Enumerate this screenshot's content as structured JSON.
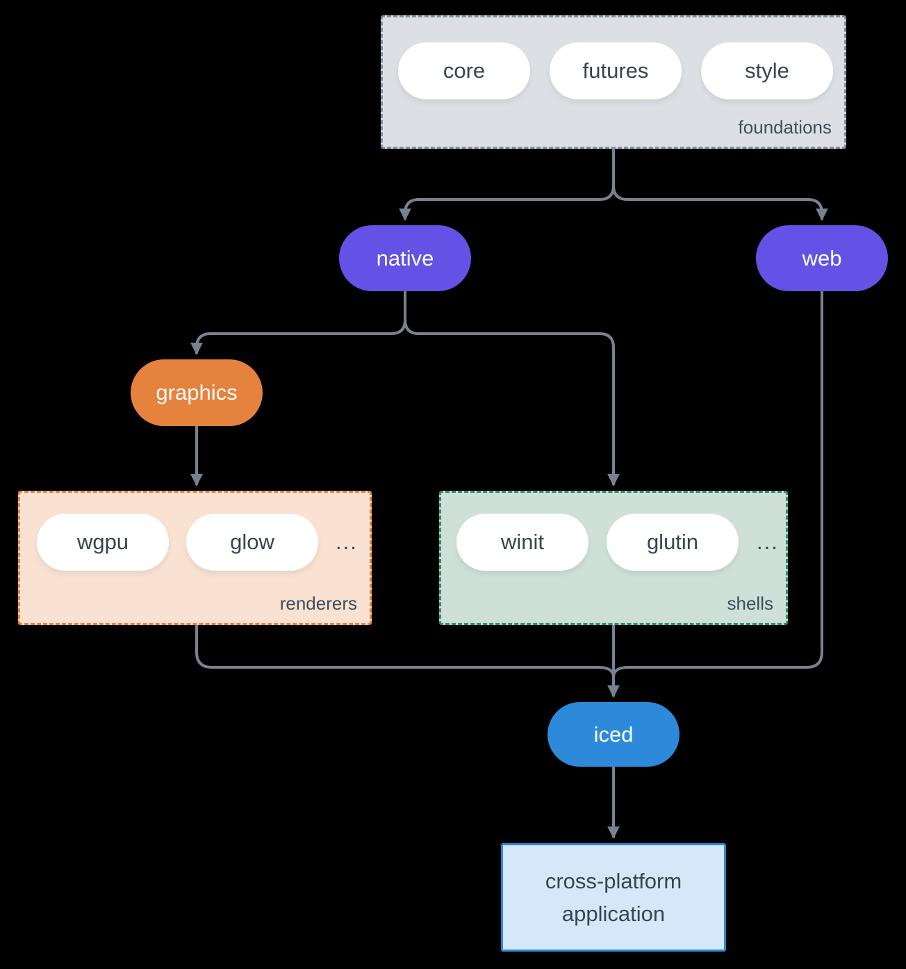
{
  "colors": {
    "bg": "#000000",
    "arrow": "#76828F",
    "slate-border": "#8090A0",
    "foundations-bg": "#DCE0E5",
    "pill-white": "#FFFFFF",
    "pill-text": "#36454F",
    "label-text": "#3E4D59",
    "purple": "#6352E5",
    "orange": "#E5823D",
    "renderers-bg": "#F9E2D2",
    "teal-border": "#2E8A73",
    "shells-bg": "#CFE0D9",
    "blue": "#2D89DA",
    "app-bg": "#D5E8F9",
    "app-border": "#2E86D6",
    "on-accent-text": "#FFFFFF"
  },
  "nodes": {
    "foundations": {
      "label": "foundations",
      "pills": [
        "core",
        "futures",
        "style"
      ]
    },
    "native": {
      "label": "native"
    },
    "web": {
      "label": "web"
    },
    "graphics": {
      "label": "graphics"
    },
    "renderers": {
      "label": "renderers",
      "pills": [
        "wgpu",
        "glow"
      ],
      "ellipsis": "..."
    },
    "shells": {
      "label": "shells",
      "pills": [
        "winit",
        "glutin"
      ],
      "ellipsis": "..."
    },
    "iced": {
      "label": "iced"
    },
    "application": {
      "line1": "cross-platform",
      "line2": "application"
    }
  }
}
